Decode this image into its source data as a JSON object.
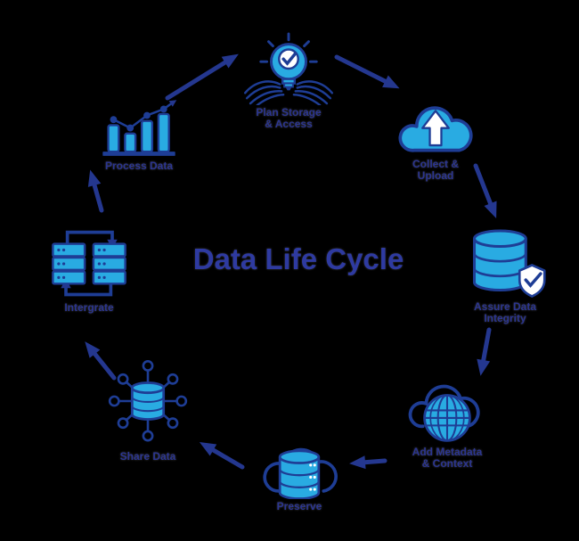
{
  "title": {
    "text": "Data Life Cycle"
  },
  "colors": {
    "background": "#000000",
    "icon_fill": "#29abe2",
    "icon_outline": "#1e3d95",
    "arrow": "#24378f",
    "label": "#2b3591",
    "title": "#2e3aa0"
  },
  "stages": [
    {
      "name": "plan-storage-access",
      "label": "Plan Storage & Access",
      "lines": [
        "Plan Storage",
        "& Access"
      ],
      "icon": "lightbulb-check-hands-icon"
    },
    {
      "name": "collect-upload",
      "label": "Collect & Upload",
      "lines": [
        "Collect &",
        "Upload"
      ],
      "icon": "cloud-upload-icon"
    },
    {
      "name": "assure-data-integrity",
      "label": "Assure Data Integrity",
      "lines": [
        "Assure Data",
        "Integrity"
      ],
      "icon": "database-shield-check-icon"
    },
    {
      "name": "add-metadata-context",
      "label": "Add Metadata & Context",
      "lines": [
        "Add Metadata",
        "& Context"
      ],
      "icon": "globe-cloud-icon"
    },
    {
      "name": "preserve",
      "label": "Preserve",
      "lines": [
        "Preserve"
      ],
      "icon": "database-cloud-icon"
    },
    {
      "name": "share-data",
      "label": "Share Data",
      "lines": [
        "Share Data"
      ],
      "icon": "database-network-icon"
    },
    {
      "name": "intergrate",
      "label": "Intergrate",
      "lines": [
        "Intergrate"
      ],
      "icon": "server-sync-icon"
    },
    {
      "name": "process-data",
      "label": "Process Data",
      "lines": [
        "Process Data"
      ],
      "icon": "bar-chart-trend-icon"
    }
  ]
}
